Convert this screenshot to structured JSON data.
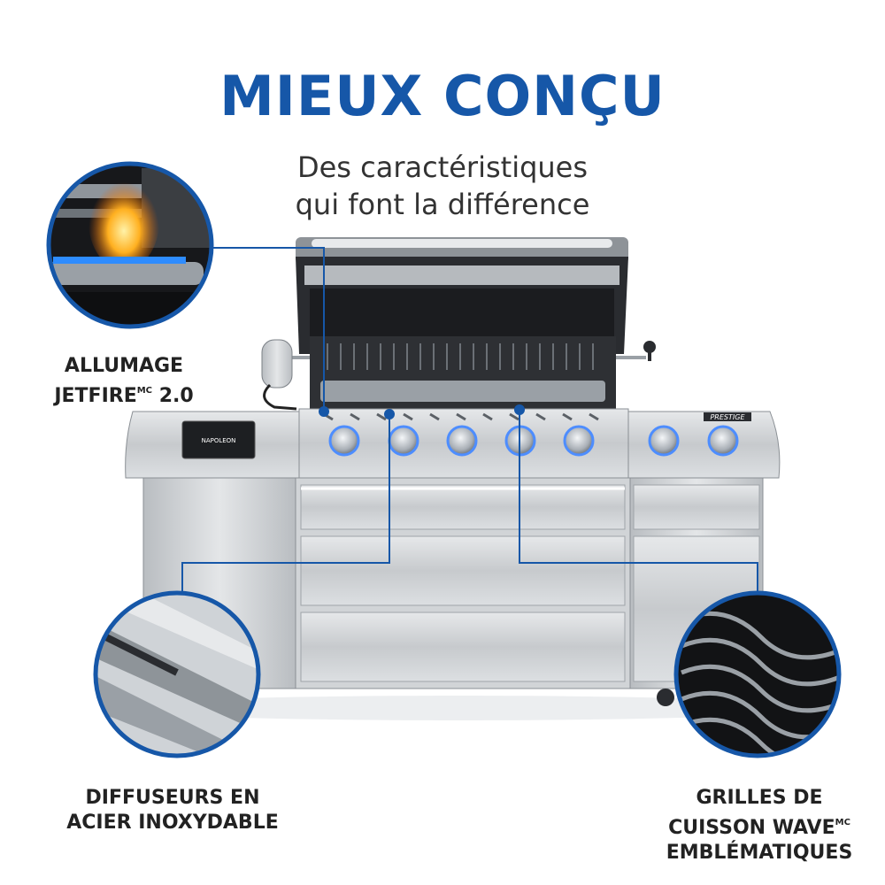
{
  "headline": "MIEUX CONÇU",
  "subheadline": {
    "line1": "Des caractéristiques",
    "line2": "qui font la différence"
  },
  "features": {
    "ignition": {
      "line1": "ALLUMAGE",
      "line2_text": "JETFIRE",
      "line2_sup": "MC",
      "line2_tail": " 2.0",
      "icon": "flame-burner-icon"
    },
    "diffusers": {
      "line1": "DIFFUSEURS EN",
      "line2": "ACIER INOXYDABLE",
      "icon": "diffuser-plate-icon"
    },
    "grids": {
      "line1": "GRILLES DE",
      "line2_text": "CUISSON WAVE",
      "line2_sup": "MC",
      "line3": "EMBLÉMATIQUES",
      "icon": "wave-grate-icon"
    }
  },
  "grill": {
    "brand_badge": "NAPOLEON",
    "model_badge": "PRESTIGE"
  },
  "colors": {
    "accent": "#1657a8",
    "text": "#222222",
    "steel": "#c9ccd0",
    "dark": "#2a2c30",
    "knob_glow": "#4d8dff"
  }
}
